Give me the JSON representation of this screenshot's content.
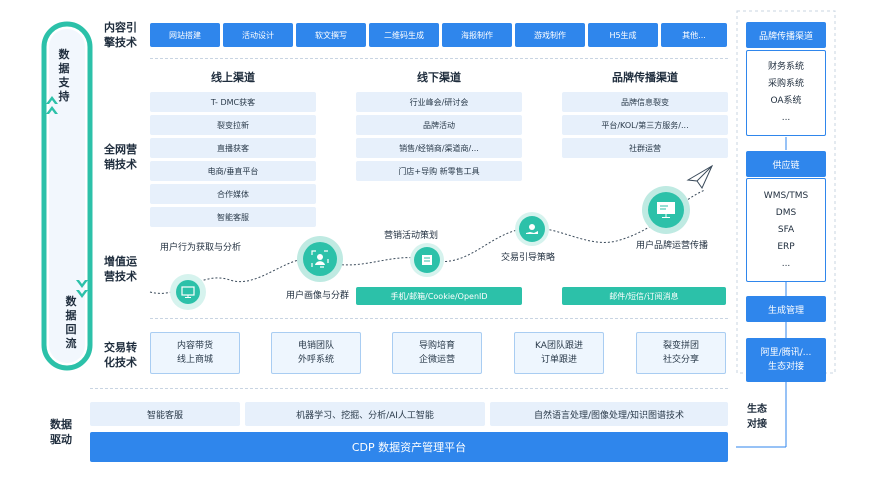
{
  "left_loop": {
    "top_label": [
      "数",
      "据",
      "支",
      "持"
    ],
    "bottom_label": [
      "数",
      "据",
      "回",
      "流"
    ]
  },
  "rows": {
    "content_engine": "内容引擎技术",
    "omni_marketing": "全网营销技术",
    "value_ops": "增值运营技术",
    "transaction": "交易转化技术",
    "data_driven": "数据驱动"
  },
  "content_tools": [
    "网站搭建",
    "活动设计",
    "软文撰写",
    "二维码生成",
    "海报制作",
    "游戏制作",
    "H5生成",
    "其他..."
  ],
  "channels": [
    {
      "title": "线上渠道",
      "items": [
        "T- DMC获客",
        "裂变拉新",
        "直播获客",
        "电商/垂直平台",
        "合作媒体",
        "智能客服"
      ]
    },
    {
      "title": "线下渠道",
      "items": [
        "行业峰会/研讨会",
        "品牌活动",
        "销售/经销商/渠道商/...",
        "门店+导购 新零售工具"
      ]
    },
    {
      "title": "品牌传播渠道",
      "items": [
        "品牌信息裂变",
        "平台/KOL/第三方服务/...",
        "社群运营"
      ]
    }
  ],
  "value_ops": {
    "nodes": [
      "用户行为获取与分析",
      "用户画像与分群",
      "营销活动策划",
      "交易引导策略",
      "用户品牌运营传播"
    ],
    "bars": [
      "手机/邮箱/Cookie/OpenID",
      "邮件/短信/订阅消息"
    ]
  },
  "transaction_cards": [
    [
      "内容带货",
      "线上商城"
    ],
    [
      "电销团队",
      "外呼系统"
    ],
    [
      "导购培育",
      "企微运营"
    ],
    [
      "KA团队跟进",
      "订单跟进"
    ],
    [
      "裂变拼团",
      "社交分享"
    ]
  ],
  "data_driven_chips": [
    "智能客服",
    "机器学习、挖掘、分析/AI人工智能",
    "自然语言处理/图像处理/知识图谱技术"
  ],
  "cdp": "CDP 数据资产管理平台",
  "right_panel": {
    "brand_head": "品牌传播渠道",
    "brand_items": [
      "财务系统",
      "采购系统",
      "OA系统",
      "..."
    ],
    "supply_head": "供应链",
    "supply_items": [
      "WMS/TMS",
      "DMS",
      "SFA",
      "ERP",
      "..."
    ],
    "production": "生成管理",
    "ali": [
      "阿里/腾讯/...",
      "生态对接"
    ],
    "eco": [
      "生态",
      "对接"
    ]
  },
  "colors": {
    "primary": "#2f86ec",
    "teal": "#2cc1a9",
    "chip": "#e7f0fb"
  }
}
